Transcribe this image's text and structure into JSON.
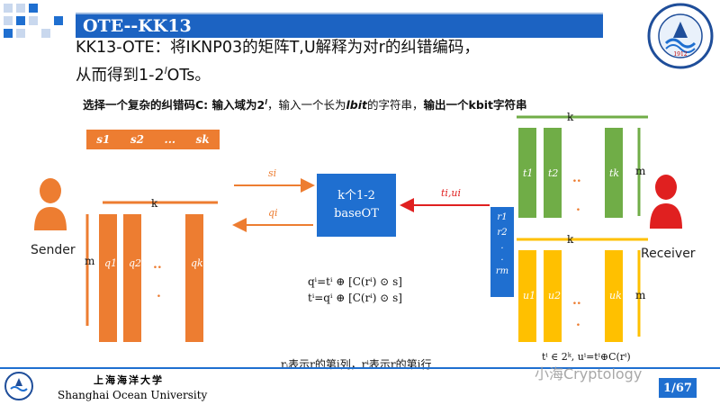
{
  "slide": {
    "title": "OTE--KK13",
    "heading_line1": "KK13-OTE：将IKNP03的矩阵T,U解释为对r的纠错编码，",
    "heading_line2_prefix": "从而得到1-2",
    "heading_line2_sup": "l",
    "heading_line2_suffix": "OTs。",
    "subheading": {
      "part1": "选择一个复杂的纠错码C: 输入域为2",
      "part1_sup": "l",
      "part2": "，输入一个长为",
      "part3": "lbit",
      "part4": "的字符串，",
      "part5": "输出一个kbit字符串"
    }
  },
  "sender": {
    "label": "Sender",
    "s_items": [
      "s1",
      "s2",
      "...",
      "sk"
    ],
    "k_label": "k",
    "m_label": "m",
    "columns": [
      "q1",
      "q2",
      "..",
      "qk"
    ],
    "dot": "."
  },
  "receiver": {
    "label": "Receiver",
    "k_label_top": "k",
    "m_label_top": "m",
    "t_columns": [
      "t1",
      "t2",
      "..",
      "tk"
    ],
    "k_label_bottom": "k",
    "m_label_bottom": "m",
    "u_columns": [
      "u1",
      "u2",
      "..",
      "uk"
    ],
    "dot": "."
  },
  "ot_box": {
    "line1": "k个1-2",
    "line2": "baseOT"
  },
  "arrows": {
    "s_i": "si",
    "q_i": "qi",
    "t_u": "ti,ui"
  },
  "r_column": [
    "r1",
    "r2",
    ".",
    ".",
    "rm"
  ],
  "formulas": {
    "f1": "qⁱ=tⁱ ⊕ [C(rⁱ) ⊙ s]",
    "f2": "tⁱ=qⁱ ⊕ [C(rⁱ) ⊙ s]"
  },
  "note": "rᵢ表示r的第i列，rⁱ表示r的第i行",
  "receiver_note": "tⁱ ∈ 2ᵏ, uⁱ=tⁱ⊕C(rⁱ)",
  "footer": {
    "cn": "上海海洋大学",
    "en": "Shanghai Ocean University",
    "page": "1/67",
    "watermark": "小海Cryptology"
  },
  "colors": {
    "blue": "#1f6fd0",
    "orange": "#ed7d31",
    "green": "#70ad47",
    "yellow": "#ffc000",
    "red": "#e02020"
  }
}
